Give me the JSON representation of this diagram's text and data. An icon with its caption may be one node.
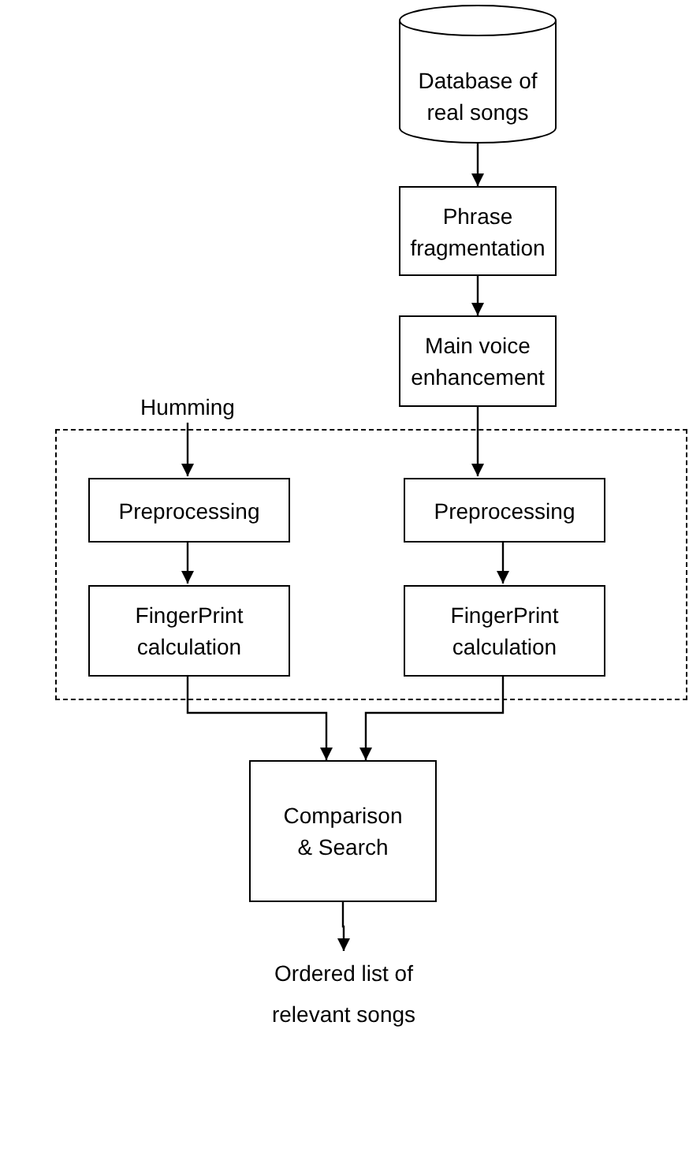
{
  "diagram": {
    "nodes": [
      {
        "text": [
          "Database of real songs"
        ]
      },
      {
        "text": [
          "Phrase fragmentation"
        ]
      },
      {
        "text": [
          "Main voice enhancement"
        ]
      },
      {
        "text": [
          "Humming"
        ]
      },
      {
        "text": [],
        "shape": "box"
      },
      {
        "text": [
          "Preprocessing"
        ],
        "in": 4
      },
      {
        "text": [
          "Preprocessing"
        ],
        "in": 4
      },
      {
        "text": [
          "FingerPrint calculation"
        ],
        "in": 4
      },
      {
        "text": [
          "FingerPrint calculation"
        ],
        "in": 4
      },
      {
        "text": [
          "Comparison & Search"
        ]
      },
      {
        "text": [
          "Ordered list of relevant songs"
        ]
      }
    ],
    "edges": [
      {
        "from": 0,
        "to": 1,
        "arrow": "to"
      },
      {
        "from": 1,
        "to": 2,
        "arrow": "to"
      },
      {
        "from": 2,
        "to": 6,
        "arrow": "to"
      },
      {
        "from": 3,
        "to": 5,
        "arrow": "to"
      },
      {
        "from": 5,
        "to": 7,
        "arrow": "to"
      },
      {
        "from": 6,
        "to": 8,
        "arrow": "to"
      },
      {
        "from": 7,
        "to": 9,
        "arrow": "to"
      },
      {
        "from": 8,
        "to": 9,
        "arrow": "to"
      },
      {
        "from": 9,
        "to": 10,
        "arrow": "to"
      }
    ]
  }
}
